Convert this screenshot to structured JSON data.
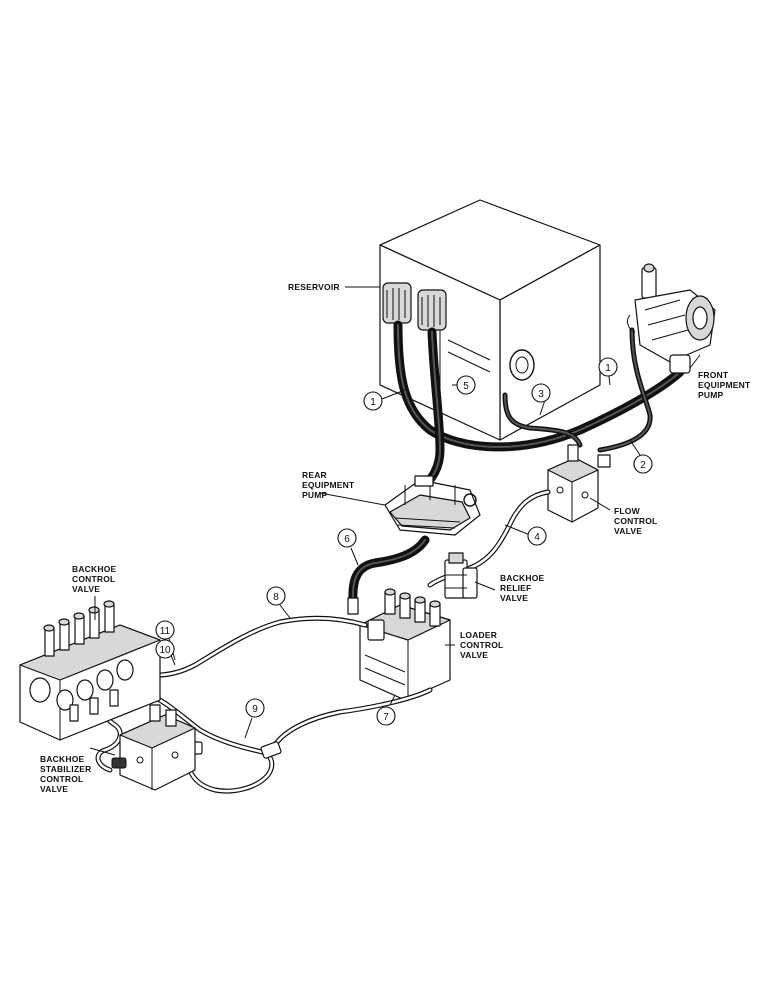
{
  "labels": {
    "reservoir": "RESERVOIR",
    "front_pump": [
      "FRONT",
      "EQUIPMENT",
      "PUMP"
    ],
    "rear_pump": [
      "REAR",
      "EQUIPMENT",
      "PUMP"
    ],
    "flow_control": [
      "FLOW",
      "CONTROL",
      "VALVE"
    ],
    "backhoe_relief": [
      "BACKHOE",
      "RELIEF",
      "VALVE"
    ],
    "loader_control": [
      "LOADER",
      "CONTROL",
      "VALVE"
    ],
    "backhoe_control": [
      "BACKHOE",
      "CONTROL",
      "VALVE"
    ],
    "stabilizer_control": [
      "BACKHOE",
      "STABILIZER",
      "CONTROL",
      "VALVE"
    ]
  },
  "callouts": [
    {
      "id": "c1a",
      "text": "1"
    },
    {
      "id": "c1b",
      "text": "1"
    },
    {
      "id": "c2",
      "text": "2"
    },
    {
      "id": "c3",
      "text": "3"
    },
    {
      "id": "c4",
      "text": "4"
    },
    {
      "id": "c5",
      "text": "5"
    },
    {
      "id": "c6",
      "text": "6"
    },
    {
      "id": "c7",
      "text": "7"
    },
    {
      "id": "c8",
      "text": "8"
    },
    {
      "id": "c9",
      "text": "9"
    },
    {
      "id": "c10",
      "text": "10"
    },
    {
      "id": "c11",
      "text": "11"
    }
  ]
}
